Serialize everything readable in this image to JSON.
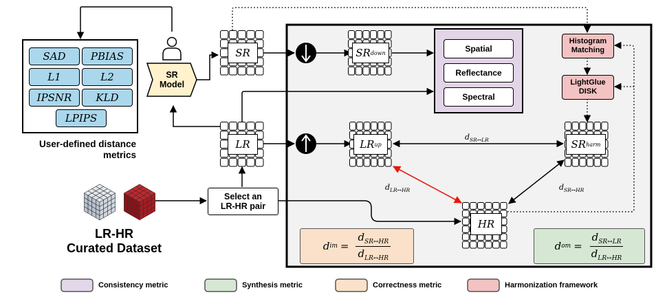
{
  "metrics_panel": {
    "metrics": [
      "SAD",
      "PBIAS",
      "L1",
      "L2",
      "IPSNR",
      "KLD",
      "LPIPS"
    ],
    "caption": "User-defined distance metrics"
  },
  "sr_model": {
    "label": "SR Model"
  },
  "dataset": {
    "caption_line1": "LR-HR",
    "caption_line2": "Curated Dataset"
  },
  "select_pair": {
    "label_line1": "Select an",
    "label_line2": "LR-HR pair"
  },
  "nodes": {
    "sr": "SR",
    "lr": "LR",
    "sr_down": {
      "base": "SR",
      "sub": "down"
    },
    "lr_up": {
      "base": "LR",
      "sub": "up"
    },
    "sr_harm": {
      "base": "SR",
      "sub": "harm"
    },
    "hr": "HR"
  },
  "consistency": {
    "items": [
      "Spatial",
      "Reflectance",
      "Spectral"
    ]
  },
  "harmonization": {
    "items": [
      "Histogram Matching",
      "LightGlue DISK"
    ]
  },
  "distances": {
    "sr_lr": {
      "base": "d",
      "sub": "SR↔LR"
    },
    "lr_hr": {
      "base": "d",
      "sub": "LR↔HR"
    },
    "sr_hr": {
      "base": "d",
      "sub": "SR↔HR"
    }
  },
  "formulas": {
    "d_im": {
      "lhs": "d",
      "lhs_sub": "im",
      "num_sub": "SR↔HR",
      "den_sub": "LR↔HR"
    },
    "d_om": {
      "lhs": "d",
      "lhs_sub": "om",
      "num_sub": "SR↔LR",
      "den_sub": "LR↔HR"
    }
  },
  "legend": [
    {
      "label": "Consistency metric",
      "color": "#e3d7ea"
    },
    {
      "label": "Synthesis metric",
      "color": "#d6e8d4"
    },
    {
      "label": "Correctness metric",
      "color": "#fbe1c9"
    },
    {
      "label": "Harmonization framework",
      "color": "#f3c2c2"
    }
  ],
  "colors": {
    "panel_bg": "#f2f2f2",
    "consistency_bg": "#e1d5e7",
    "metric_bg": "#aad7ec",
    "sr_model_bg": "#fff2cc",
    "correctness_bg": "#fbe1c9",
    "synthesis_bg": "#d6e8d4",
    "harmonization_bg": "#f3c2c2",
    "lr_hr_arrow": "#e8180c"
  }
}
